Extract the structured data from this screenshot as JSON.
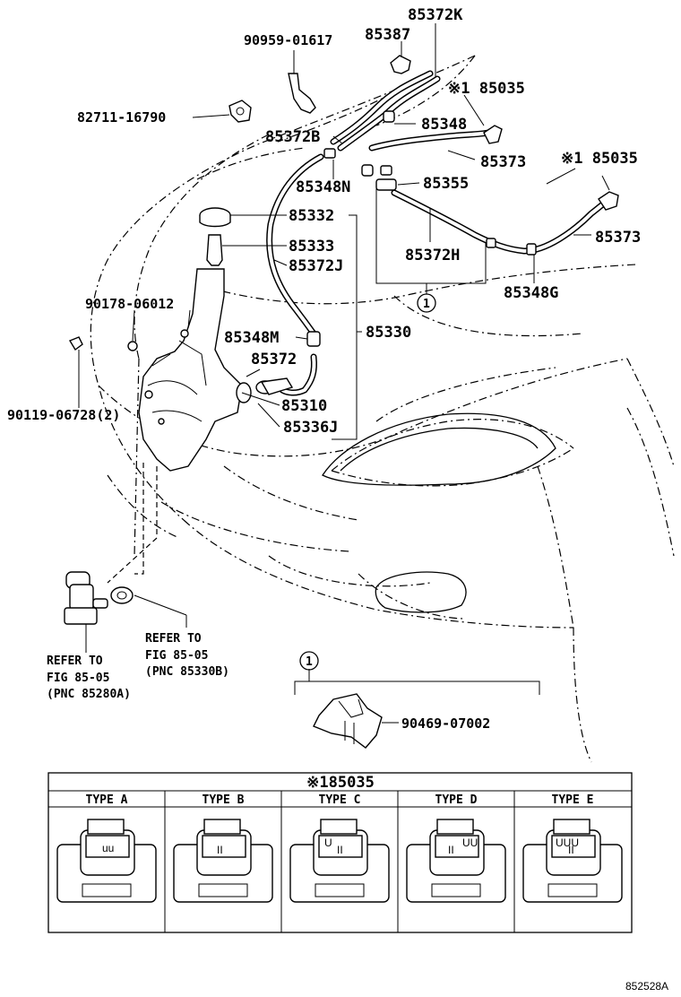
{
  "parts": {
    "p85372K": "85372K",
    "p90959": "90959-01617",
    "p85387": "85387",
    "p85035a": "※1 85035",
    "p82711": "82711-16790",
    "p85348": "85348",
    "p85372B": "85372B",
    "p85373a": "85373",
    "p85035b": "※1 85035",
    "p85348N": "85348N",
    "p85355": "85355",
    "p85332": "85332",
    "p85333": "85333",
    "p85372J": "85372J",
    "p85372H": "85372H",
    "p85373b": "85373",
    "p85348G": "85348G",
    "p90178": "90178-06012",
    "p85348M": "85348M",
    "p85330": "85330",
    "p85372": "85372",
    "p85310": "85310",
    "p90119": "90119-06728(2)",
    "p85336J": "85336J",
    "p90469": "90469-07002"
  },
  "callout_number": "1",
  "refer_left": {
    "line1": "REFER TO",
    "line2": "FIG 85-05",
    "line3": "(PNC 85280A)"
  },
  "refer_right": {
    "line1": "REFER TO",
    "line2": "FIG 85-05",
    "line3": "(PNC 85330B)"
  },
  "type_table": {
    "title": "※185035",
    "types": [
      "TYPE A",
      "TYPE B",
      "TYPE C",
      "TYPE D",
      "TYPE E"
    ]
  },
  "figure_code": "852528A"
}
